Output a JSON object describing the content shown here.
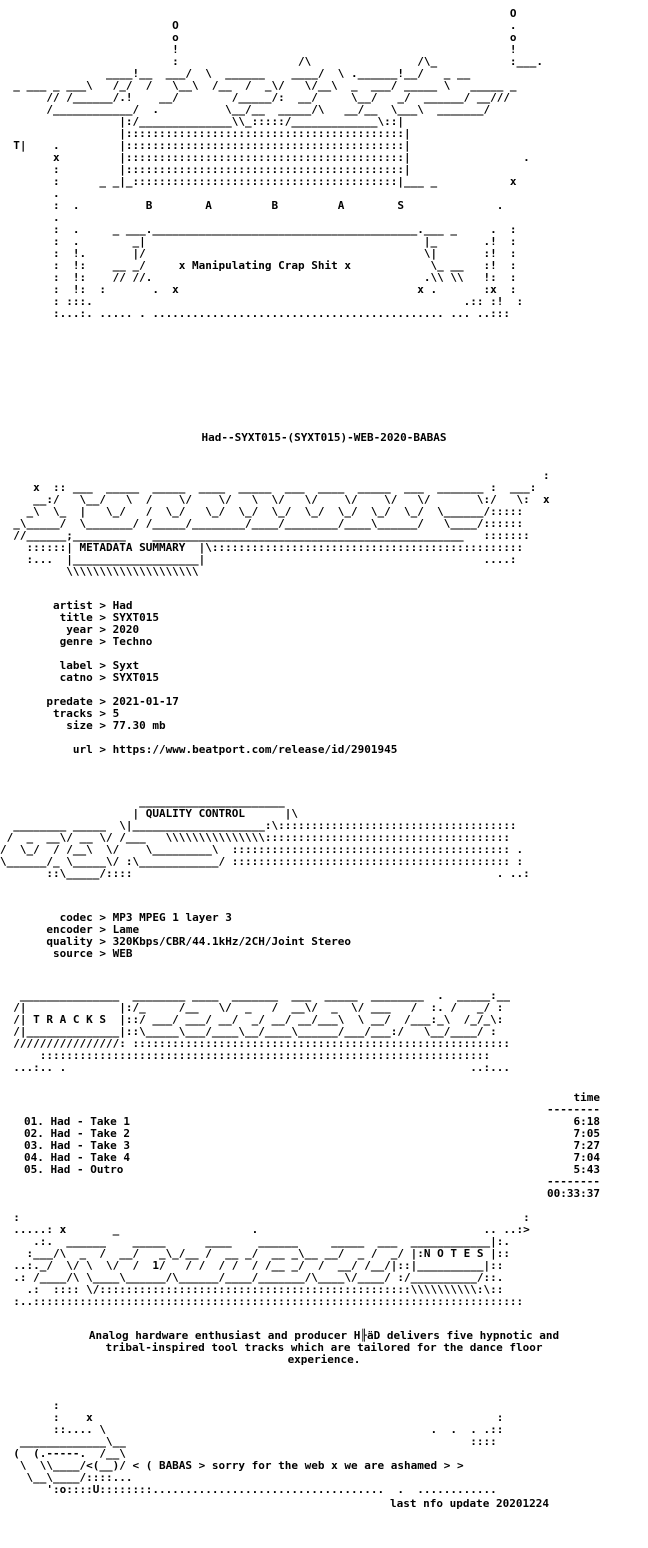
{
  "banner": {
    "art": "                                                                             O\n                          O                                                  .\n                          o                                                  o\n                          !                                                  !\n                          :                  /\\                /\\_           :___.\n                ____!__  ___/  \\  ______    ____/  \\ .______!__/   _ __\n  _ ___ _ ___\\   /_/  /   \\__\\  /__  /  _\\/   \\/__\\  _  ___/ _____ \\   _____ _\n       // /______/.!    __/        /_____/:  __/     \\__/   _/  ______/ __/// \n       /____________/  .          \\__/__  _____/\\   __/__  \\___\\  _______/\n                  |:/______________\\\\_:::::/_____________\\::|\n                  |::::::::::::::::::::::::::::::::::::::::::|\n  T|    .         |::::::::::::::::::::::::::::::::::::::::::|\n        x         |::::::::::::::::::::::::::::::::::::::::::|                 .\n        :         |::::::::::::::::::::::::::::::::::::::::::|                 \n        :      _ _|_::::::::::::::::::::::::::::::::::::::::|___ _           x\n        .                                                                      \n        :  .          B        A         B         A        S              .\n        .                                                                      \n        :  .     _ ___.________________________________________.___ _     .  :\n        :  .        _|                                          |_       .!  :\n        :  !.       |/                                          \\|       :!  :\n        :  !:    __ _/     x Manipulating Crap Shit x            \\_ __   :!  :\n        :  !:    // //.                                         .\\\\ \\\\   !:  :\n        :  !:  :       .  x                                    x .       :x  :\n        : :::.                                                        .:: :!  :\n        :...:. ..... . ............................................ ... ..:::",
    "release_name": "Had--SYXT015-(SYXT015)-WEB-2020-BABAS"
  },
  "metadata_header": {
    "art": "                                                                                  :\n     x  :: ___  _____  _____  ____  _____  ___  ____  _____  ___  _______ :  ___:\n     __:/   \\__/   \\  /    \\/    \\/   \\  \\/   \\/    \\/    \\/   \\/       \\:/   \\:  x\n    _\\  \\_  |   \\_/   /  \\_/   \\_/  \\_/  \\_/  \\_/  \\_/  \\_/  \\_/  \\______/:::::\n  _\\_____/  \\_______/ /_____/________/____/________/____\\______/   \\____/::::::\n  //______;________    _______________________________________________   :::::::\n    ::::::| METADATA SUMMARY  |\\:::::::::::::::::::::::::::::::::::::::::::::::\n    :...  |___________________|                                          ....:\n          \\\\\\\\\\\\\\\\\\\\\\\\\\\\\\\\\\\\\\\\",
    "title": "METADATA SUMMARY"
  },
  "metadata": {
    "artist": "Had",
    "title": "SYXT015",
    "year": "2020",
    "genre": "Techno",
    "label": "Syxt",
    "catno": "SYXT015",
    "predate": "2021-01-17",
    "tracks": "5",
    "size": "77.30 mb",
    "url": "https://www.beatport.com/release/id/2901945"
  },
  "quality_header": {
    "art": "                     ______________________\n                    | QUALITY CONTROL      |\\\n  ________ _____  \\|____________________:\\::::::::::::::::::::::::::::::::::::\n /  _  __\\/ __ \\/ /___   \\\\\\\\\\\\\\\\\\\\\\\\\\\\\\:::::::::::::::::::::::::::::::::::::\n/  \\_/  / /__\\  \\/    \\_________\\  :::::::::::::::::::::::::::::::::::::::::: .\n\\______/_ \\_____\\/ :\\____________/ :::::::::::::::::::::::::::::::::::::::::: :\n       ::\\_____/::::                                                       . ..:",
    "title": "QUALITY CONTROL"
  },
  "quality": {
    "codec": "MP3 MPEG 1 layer 3",
    "encoder": "Lame",
    "quality": "320Kbps/CBR/44.1kHz/2CH/Joint Stereo",
    "source": "WEB"
  },
  "tracks_header": {
    "art": "   _______________  ________ ____  _______  ___  _____  ________  .  _____:__\n  /|              |:/_     /__   \\/  _   /  __\\/  _  \\/ ___   /  :. /   _/ :\n  /| T R A C K S  |::/ ___/ ___/ __/  _/ __/ __/___\\  \\ __/  /___:_\\  /_/_\\:\n  /|______________|::\\_____\\___/____\\__/____\\______/___/___:/   \\__/____/ :\n  ////////////////: :::::::::::::::::::::::::::::::::::::::::::::::::::::::::\n      ::::::::::::::::::::::::::::::::::::::::::::::::::::::::::::::::::::\n  ...:.. .                                                             ..:...",
    "title": "T R A C K S"
  },
  "tracklist": {
    "time_header": "time",
    "rule_top": "--------",
    "rule_bottom": "--------",
    "total": "00:33:37",
    "tracks": [
      {
        "num": "01.",
        "title": "Had - Take 1",
        "time": "6:18"
      },
      {
        "num": "02.",
        "title": "Had - Take 2",
        "time": "7:05"
      },
      {
        "num": "03.",
        "title": "Had - Take 3",
        "time": "7:27"
      },
      {
        "num": "04.",
        "title": "Had - Take 4",
        "time": "7:04"
      },
      {
        "num": "05.",
        "title": "Had - Outro",
        "time": "5:43"
      }
    ]
  },
  "notes_header": {
    "art": "  :                                                                            :\n  .....: x       _                    .                                  .. ..:>\n     .:.  ______    _____      ____    ______     _____  ___  ____________|:.\n    :___/\\  _  /  __/   _\\_/__ /  __ _/  __ _\\__ __/  _ /  _/ |:N O T E S |::\n  ..:._/  \\/ \\  \\/  /  1/   / /  / /  / /__ _/  /  __/ /__/|::|__________|::\n  .: /____/\\ \\____\\______/\\______/____/_______/\\____\\/____/ :/__________/::.\n    .:  :::: \\/:::::::::::::::::::::::::::::::::::::::::::::::\\\\\\\\\\\\\\\\\\\\:\\::\n  :..::::::::::::::::::::::::::::::::::::::::::::::::::::::::::::::::::::::::::",
    "title": "N O T E S"
  },
  "notes": {
    "text": "Analog hardware enthusiast and producer H╟äD delivers five hypnotic and\ntribal-inspired tool tracks which are tailored for the dance floor\nexperience."
  },
  "footer": {
    "art": "        :\n        :    x                                                             :\n        ::.... \\                                                 .  .  . .::\n   _____________\\__                                                    ::::\n  (  (.-----.  /__\\                                                          \n   \\  \\\\____/<(__)/ < ( BABAS > sorry for the web x we are ashamed > >\n    \\__\\____/::::...\n       ':o::::U::::::::...................................  .  ............",
    "message": "< ( BABAS > sorry for the web x we are ashamed > >",
    "last_update": "last nfo update 20201224"
  }
}
